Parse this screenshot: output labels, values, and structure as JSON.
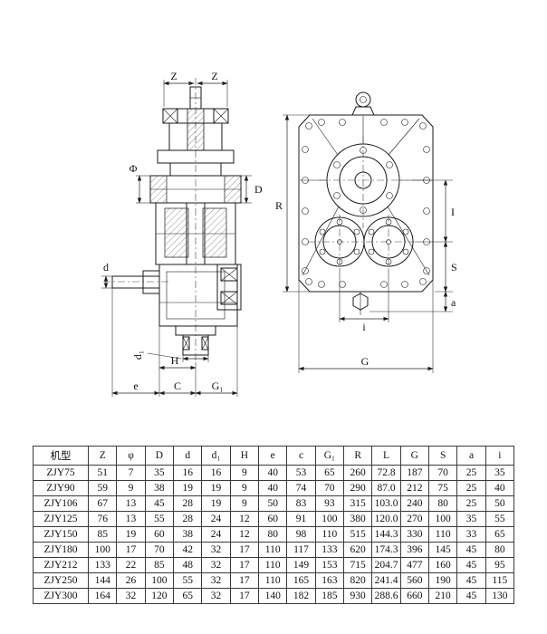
{
  "drawing": {
    "left_view": {
      "z_left": "Z",
      "z_right": "Z",
      "phi": "Φ",
      "D": "D",
      "d": "d",
      "d1": "d₁",
      "H": "H",
      "e": "e",
      "C": "C",
      "G1": "G₁"
    },
    "right_view": {
      "R": "R",
      "I": "I",
      "S": "S",
      "a": "a",
      "i": "i",
      "G": "G"
    }
  },
  "table": {
    "headers": [
      "机型",
      "Z",
      "φ",
      "D",
      "d",
      "d₁",
      "H",
      "e",
      "c",
      "G₁",
      "R",
      "L",
      "G",
      "S",
      "a",
      "i"
    ],
    "rows": [
      [
        "ZJY75",
        "51",
        "7",
        "35",
        "16",
        "16",
        "9",
        "40",
        "53",
        "65",
        "260",
        "72.8",
        "187",
        "70",
        "25",
        "35"
      ],
      [
        "ZJY90",
        "59",
        "9",
        "38",
        "19",
        "19",
        "9",
        "40",
        "74",
        "70",
        "290",
        "87.0",
        "212",
        "75",
        "25",
        "40"
      ],
      [
        "ZJY106",
        "67",
        "13",
        "45",
        "28",
        "19",
        "9",
        "50",
        "83",
        "93",
        "315",
        "103.0",
        "240",
        "80",
        "25",
        "50"
      ],
      [
        "ZJY125",
        "76",
        "13",
        "55",
        "28",
        "24",
        "12",
        "60",
        "91",
        "100",
        "380",
        "120.0",
        "270",
        "100",
        "35",
        "55"
      ],
      [
        "ZJY150",
        "85",
        "19",
        "60",
        "38",
        "24",
        "12",
        "80",
        "98",
        "110",
        "515",
        "144.3",
        "330",
        "110",
        "33",
        "65"
      ],
      [
        "ZJY180",
        "100",
        "17",
        "70",
        "42",
        "32",
        "17",
        "110",
        "117",
        "133",
        "620",
        "174.3",
        "396",
        "145",
        "45",
        "80"
      ],
      [
        "ZJY212",
        "133",
        "22",
        "85",
        "48",
        "32",
        "17",
        "110",
        "149",
        "153",
        "715",
        "204.7",
        "477",
        "160",
        "45",
        "95"
      ],
      [
        "ZJY250",
        "144",
        "26",
        "100",
        "55",
        "32",
        "17",
        "110",
        "165",
        "163",
        "820",
        "241.4",
        "560",
        "190",
        "45",
        "115"
      ],
      [
        "ZJY300",
        "164",
        "32",
        "120",
        "65",
        "32",
        "17",
        "140",
        "182",
        "185",
        "930",
        "288.6",
        "660",
        "210",
        "45",
        "130"
      ]
    ]
  }
}
